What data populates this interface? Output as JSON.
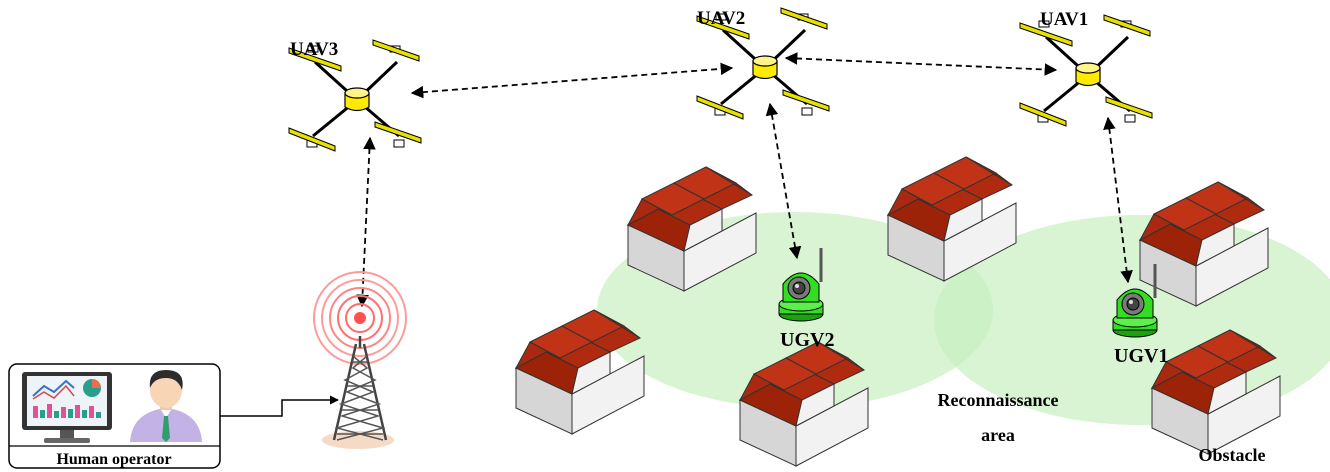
{
  "labels": {
    "uav1": "UAV1",
    "uav2": "UAV2",
    "uav3": "UAV3",
    "ugv1": "UGV1",
    "ugv2": "UGV2",
    "reconnaissance_line1": "Reconnaissance",
    "reconnaissance_line2": "area",
    "obstacle": "Obstacle",
    "human_operator": "Human operator"
  },
  "colors": {
    "uav_body": "#ffeb00",
    "uav_rotor": "#e8e000",
    "ugv_body": "#33dd22",
    "recon_area": "#c8f0c0",
    "building_roof": "#b02a10",
    "building_wall": "#f2f2f2",
    "signal_ring": "#ff6b6b"
  },
  "icons": [
    "drone-icon",
    "ground-robot-icon",
    "building-icon",
    "radio-tower-icon",
    "monitor-icon",
    "person-icon"
  ]
}
